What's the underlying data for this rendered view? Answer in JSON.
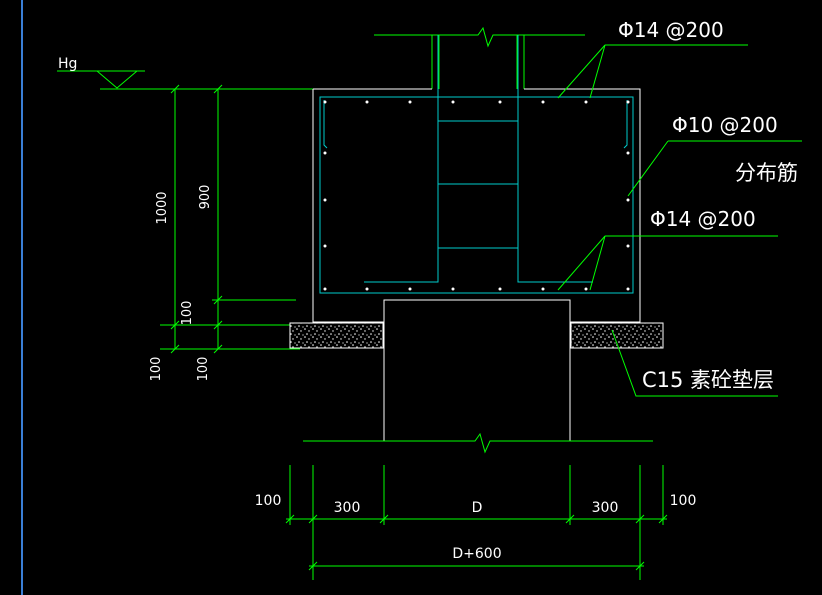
{
  "colors": {
    "background": "#000000",
    "lines": "#00ff00",
    "outline": "#ffffff",
    "rebar": "#00cccc",
    "bedding_fill": "#ffffff"
  },
  "labels": {
    "ground_level": "Hg",
    "rebar_top": "Φ14 @200",
    "rebar_distribution": "Φ10 @200",
    "distribution_note": "分布筋",
    "rebar_bottom": "Φ14 @200",
    "bedding": "C15  素砼垫层"
  },
  "dimensions": {
    "height_total": "1000",
    "height_inner": "900",
    "slab_thickness": "100",
    "bedding_left": "100",
    "bedding_right": "100",
    "left_offset": "100",
    "left_wall": "300",
    "opening": "D",
    "right_wall": "300",
    "right_offset": "100",
    "total_width": "D+600"
  }
}
